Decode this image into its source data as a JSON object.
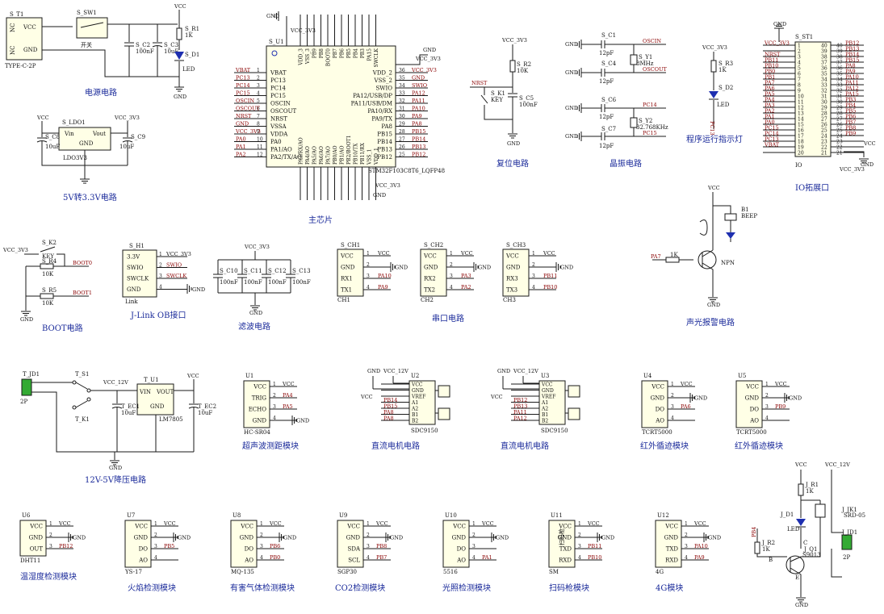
{
  "titles": {
    "power": "电源电路",
    "ldo": "5V转3.3V电路",
    "mcu": "主芯片",
    "reset": "复位电路",
    "crystal": "晶振电路",
    "led": "程序运行指示灯",
    "io": "IO拓展口",
    "boot": "BOOT电路",
    "jlink": "J-Link OB接口",
    "filter": "滤波电路",
    "uart": "串口电路",
    "buzzer": "声光报警电路",
    "step": "12V-5V降压电路",
    "ultra": "超声波测距模块",
    "motor1": "直流电机电路",
    "motor2": "直流电机电路",
    "ir1": "红外循迹模块",
    "ir2": "红外循迹模块",
    "dht": "温湿度检测模块",
    "fire": "火焰检测模块",
    "gas": "有害气体检测模块",
    "co2": "CO2检测模块",
    "light": "光照检测模块",
    "scan": "扫码枪模块",
    "g4": "4G模块"
  },
  "power": {
    "vcc": "VCC",
    "gnd": "GND",
    "t1": "S_T1",
    "t1_type": "TYPE-C-2P",
    "t1_nc1": "NC",
    "t1_vcc": "VCC",
    "t1_nc2": "NC",
    "t1_gnd": "GND",
    "sw": "S_SW1",
    "sw_label": "开关",
    "c2": "S_C2",
    "c2v": "100nF",
    "c3": "S_C3",
    "c3v": "10uF",
    "r1": "S_R1",
    "r1v": "1K",
    "d1": "S_D1",
    "d1v": "LED"
  },
  "ldo": {
    "name": "S_LDO1",
    "part": "LDO3V3",
    "vin": "Vin",
    "vout": "Vout",
    "gnd": "GND",
    "vcc": "VCC",
    "v33": "VCC_3V3",
    "c8": "S_C8",
    "c8v": "10uF",
    "c9": "S_C9",
    "c9v": "10uF"
  },
  "mcu": {
    "name": "S_U1",
    "part": "STM32F103C8T6_LQFP48",
    "vcc33": "VCC_3V3",
    "gnd": "GND",
    "left_pins": [
      "VBAT",
      "PC13",
      "PC14",
      "PC15",
      "OSCIN",
      "OSCOUT",
      "NRST",
      "VSSA",
      "VDDA",
      "PA0",
      "PA1/AO",
      "PA2/TX/AO"
    ],
    "left_nums": [
      "1",
      "2",
      "3",
      "4",
      "5",
      "6",
      "7",
      "8",
      "9",
      "10",
      "11",
      "12"
    ],
    "left_nets": [
      "VBAT",
      "PC13",
      "PC14",
      "PC15",
      "OSCIN",
      "OSCOUT",
      "NRST",
      "GND",
      "VCC_3V3",
      "PA0",
      "PA1",
      "PA2"
    ],
    "right_pins": [
      "VDD_2",
      "VSS_2",
      "SWIO",
      "PA12/USB/DP",
      "PA11/USB/DM",
      "PA10/RX",
      "PA9/TX",
      "PA8",
      "PB15",
      "PB14",
      "PB13",
      "PB12"
    ],
    "right_nums": [
      "36",
      "35",
      "34",
      "33",
      "32",
      "31",
      "30",
      "29",
      "28",
      "27",
      "26",
      "25"
    ],
    "right_nets": [
      "VCC_3V3",
      "GND",
      "SWIO",
      "PA12",
      "PA11",
      "PA10",
      "PA9",
      "PA8",
      "PB15",
      "PB14",
      "PB13",
      "PB12"
    ],
    "top_pins": [
      "VDD_3",
      "VSS_3",
      "PB9",
      "PB8",
      "BOOT0",
      "PB7",
      "PB6",
      "PB5",
      "PB4",
      "PB3",
      "PA15",
      "SWCLK"
    ],
    "bottom_pins": [
      "PA3/RX/AO",
      "PA4/AO",
      "PA5/AO",
      "PA6/AO",
      "PA7/AO",
      "PB0/AO",
      "PB1/AO",
      "PB2/BOOT1",
      "PB10/TX",
      "PB11/RX",
      "VSS_1",
      "VDD_1"
    ]
  },
  "reset": {
    "vcc": "VCC_3V3",
    "r2": "S_R2",
    "r2v": "10K",
    "k1": "S_K1",
    "k1v": "KEY",
    "c5": "S_C5",
    "c5v": "100nF",
    "nrst": "NRST",
    "gnd": "GND"
  },
  "crystal": {
    "gnd": "GND",
    "c1": "S_C1",
    "c1v": "12pF",
    "c4": "S_C4",
    "c4v": "12pF",
    "y1": "S_Y1",
    "y1v": "8MHz",
    "c6": "S_C6",
    "c6v": "12pF",
    "c7": "S_C7",
    "c7v": "12pF",
    "y2": "S_Y2",
    "y2v": "32.768KHz",
    "oscin": "OSCIN",
    "oscout": "OSCOUT",
    "pc14": "PC14",
    "pc15": "PC15"
  },
  "led": {
    "vcc": "VCC_3V3",
    "r3": "S_R3",
    "r3v": "1K",
    "d2": "S_D2",
    "d2v": "LED",
    "net": "PC13"
  },
  "io": {
    "name": "S_ST1",
    "part": "IO",
    "gnd": "GND",
    "v33": "VCC_3V3",
    "vcc": "VCC",
    "left_nets": [
      "VCC_3V3",
      "",
      "NRST",
      "PB11",
      "PB10",
      "PB0",
      "PB1",
      "PA7",
      "PA6",
      "PA5",
      "PA4",
      "PA3",
      "PA2",
      "PA1",
      "PA0",
      "PC15",
      "PC14",
      "PC13",
      "VBAT",
      ""
    ],
    "right_nets": [
      "PB12",
      "PB13",
      "PB14",
      "PB15",
      "PA8",
      "PA9",
      "PA10",
      "PA11",
      "PA12",
      "PA15",
      "PB3",
      "PB4",
      "PB5",
      "PB6",
      "PB7",
      "PB8",
      "PB9",
      "",
      "",
      ""
    ]
  },
  "boot": {
    "v33": "VCC_3V3",
    "k2": "S_K2",
    "k2v": "KEY",
    "r4": "S_R4",
    "r4v": "10K",
    "r5": "S_R5",
    "r5v": "10K",
    "boot0": "BOOT0",
    "boot1": "BOOT1",
    "gnd": "GND"
  },
  "jlink": {
    "name": "S_H1",
    "part": "Link",
    "pins": [
      "3.3V",
      "SWIO",
      "SWCLK",
      "GND"
    ],
    "nets": [
      "VCC_3V3",
      "SWIO",
      "SWCLK",
      ""
    ],
    "gnd": "GND"
  },
  "filter": {
    "v33": "VCC_3V3",
    "gnd": "GND",
    "caps": [
      {
        "n": "S_C10",
        "v": "100nF"
      },
      {
        "n": "S_C11",
        "v": "100nF"
      },
      {
        "n": "S_C12",
        "v": "100nF"
      },
      {
        "n": "S_C13",
        "v": "100nF"
      }
    ]
  },
  "uart": [
    {
      "name": "S_CH1",
      "part": "CH1",
      "pins": [
        "VCC",
        "GND",
        "RX1",
        "TX1"
      ],
      "nets": [
        "VCC",
        "GND",
        "PA10",
        "PA9"
      ]
    },
    {
      "name": "S_CH2",
      "part": "CH2",
      "pins": [
        "VCC",
        "GND",
        "RX2",
        "TX2"
      ],
      "nets": [
        "VCC",
        "GND",
        "PA3",
        "PA2"
      ]
    },
    {
      "name": "S_CH3",
      "part": "CH3",
      "pins": [
        "VCC",
        "GND",
        "RX3",
        "TX3"
      ],
      "nets": [
        "VCC",
        "GND",
        "PB11",
        "PB10"
      ]
    }
  ],
  "buzzer": {
    "vcc": "VCC",
    "b1": "B1",
    "b1v": "BEEP",
    "r": "1K",
    "pa7": "PA7",
    "q": "NPN",
    "gnd": "GND"
  },
  "step": {
    "jd1": "T_JD1",
    "jd1v": "2P",
    "s1": "T_S1",
    "k1": "T_K1",
    "vcc12": "VCC_12V",
    "vcc": "VCC",
    "u1": "T_U1",
    "part": "LM7805",
    "vin": "VIN",
    "vout": "VOUT",
    "gnd": "GND",
    "ec1": "T_EC1",
    "ec1v": "10uF",
    "ec2": "T_EC2",
    "ec2v": "10uF"
  },
  "ultra": {
    "name": "U1",
    "part": "HC-SR04",
    "pins": [
      "VCC",
      "TRIG",
      "ECHO",
      "GND"
    ],
    "nets": [
      "VCC",
      "PA4",
      "PA5",
      "GND"
    ]
  },
  "motor1": {
    "name": "U2",
    "part": "SDC9150",
    "pins": [
      "VCC",
      "GND",
      "VREF",
      "A1",
      "A2",
      "B1",
      "B2"
    ],
    "nets": [
      "VCC",
      "",
      "",
      "PB14",
      "PB15",
      "PA8",
      "PA8"
    ],
    "top": [
      "GND",
      "VCC_12V"
    ],
    "vcc": "VCC"
  },
  "motor2": {
    "name": "U3",
    "part": "SDC9150",
    "pins": [
      "VCC",
      "GND",
      "VREF",
      "A1",
      "A2",
      "B1",
      "B2"
    ],
    "nets": [
      "VCC",
      "",
      "",
      "PB12",
      "PB13",
      "PA11",
      "PA12"
    ],
    "top": [
      "GND",
      "VCC_12V"
    ],
    "vcc": "VCC"
  },
  "ir1": {
    "name": "U4",
    "part": "TCRT5000",
    "pins": [
      "VCC",
      "GND",
      "DO",
      "AO"
    ],
    "nets": [
      "VCC",
      "GND",
      "PA6",
      ""
    ]
  },
  "ir2": {
    "name": "U5",
    "part": "TCRT5000",
    "pins": [
      "VCC",
      "GND",
      "DO",
      "AO"
    ],
    "nets": [
      "VCC",
      "GND",
      "PB9",
      ""
    ]
  },
  "dht": {
    "name": "U6",
    "part": "DHT11",
    "pins": [
      "VCC",
      "GND",
      "OUT"
    ],
    "nets": [
      "VCC",
      "GND",
      "PB12"
    ]
  },
  "fire": {
    "name": "U7",
    "part": "YS-17",
    "pins": [
      "VCC",
      "GND",
      "DO",
      "AO"
    ],
    "nets": [
      "VCC",
      "GND",
      "PB5",
      ""
    ]
  },
  "gas": {
    "name": "U8",
    "part": "MQ-135",
    "pins": [
      "VCC",
      "GND",
      "DO",
      "AO"
    ],
    "nets": [
      "VCC",
      "GND",
      "PB6",
      "PB0"
    ]
  },
  "co2": {
    "name": "U9",
    "part": "SGP30",
    "pins": [
      "VCC",
      "GND",
      "SDA",
      "SCL"
    ],
    "nets": [
      "VCC",
      "GND",
      "PB8",
      "PB7"
    ]
  },
  "light": {
    "name": "U10",
    "part": "5516",
    "pins": [
      "VCC",
      "GND",
      "DO",
      "AO"
    ],
    "nets": [
      "VCC",
      "GND",
      "",
      "PA1"
    ]
  },
  "scan": {
    "name": "U11",
    "part": "SM",
    "inner": "扫码枪",
    "pins": [
      "VCC",
      "GND",
      "TXD",
      "RXD"
    ],
    "nets": [
      "VCC",
      "GND",
      "PB11",
      "PB10"
    ]
  },
  "g4": {
    "name": "U12",
    "part": "4G",
    "pins": [
      "VCC",
      "GND",
      "TXD",
      "RXD"
    ],
    "nets": [
      "VCC",
      "GND",
      "PA10",
      "PA9"
    ]
  },
  "relay": {
    "vcc": "VCC",
    "vcc12": "VCC_12V",
    "r1": "J_R1",
    "r1v": "1K",
    "d1": "J_D1",
    "d1v": "LED",
    "jk1": "J_JK1",
    "jk1v": "SRD-05",
    "jd1": "J_JD1",
    "jd1v": "2P",
    "r2": "J_R2",
    "r2v": "1K",
    "q1": "J_Q1",
    "q1v": "S9013",
    "pb4": "PB4",
    "gnd": "GND",
    "b": "B",
    "e": "E",
    "c": "C"
  }
}
